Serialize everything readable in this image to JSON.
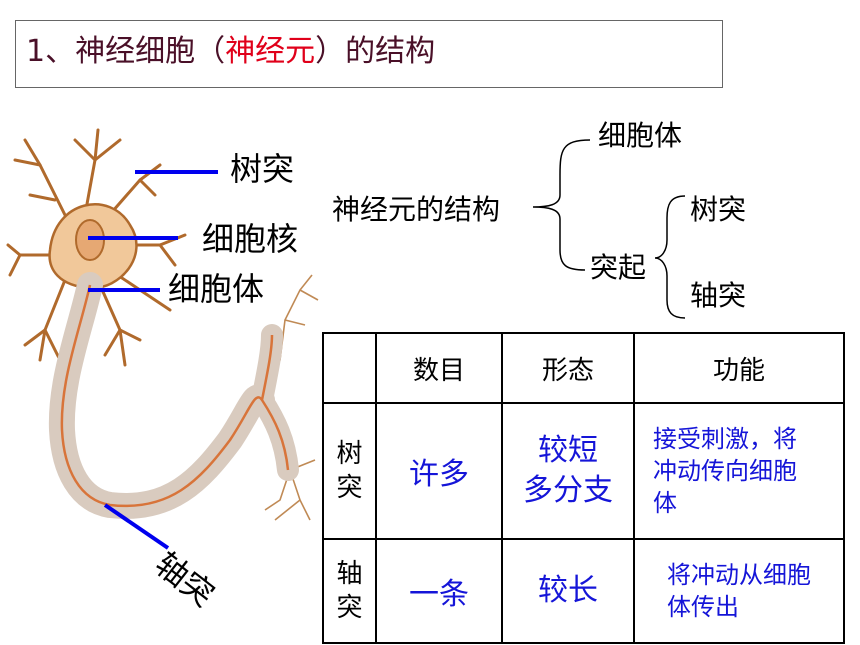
{
  "title": {
    "number": "1、",
    "part1": "神经细胞（",
    "red": "神经元",
    "part2": "）的结构"
  },
  "neuron_labels": {
    "dendrite": "树突",
    "nucleus": "细胞核",
    "cell_body": "细胞体",
    "axon": "轴突"
  },
  "structure_tree": {
    "root": "神经元的结构",
    "branch_cell_body": "细胞体",
    "branch_processes": "突起",
    "sub_dendrite": "树突",
    "sub_axon": "轴突"
  },
  "table": {
    "headers": [
      "",
      "数目",
      "形态",
      "功能"
    ],
    "rows": [
      {
        "name": "树突",
        "number": "许多",
        "form_line1": "较短",
        "form_line2": "多分支",
        "function": "接受刺激，将冲动传向细胞体"
      },
      {
        "name": "轴突",
        "number": "一条",
        "form_line1": "较长",
        "form_line2": "",
        "function": "将冲动从细胞体传出"
      }
    ]
  },
  "colors": {
    "title_red": "#e0001a",
    "pointer_blue": "#0000ee",
    "cell_text_blue": "#1515d8",
    "neuron_fill": "#f1c89a",
    "neuron_outline": "#b06a2c"
  }
}
